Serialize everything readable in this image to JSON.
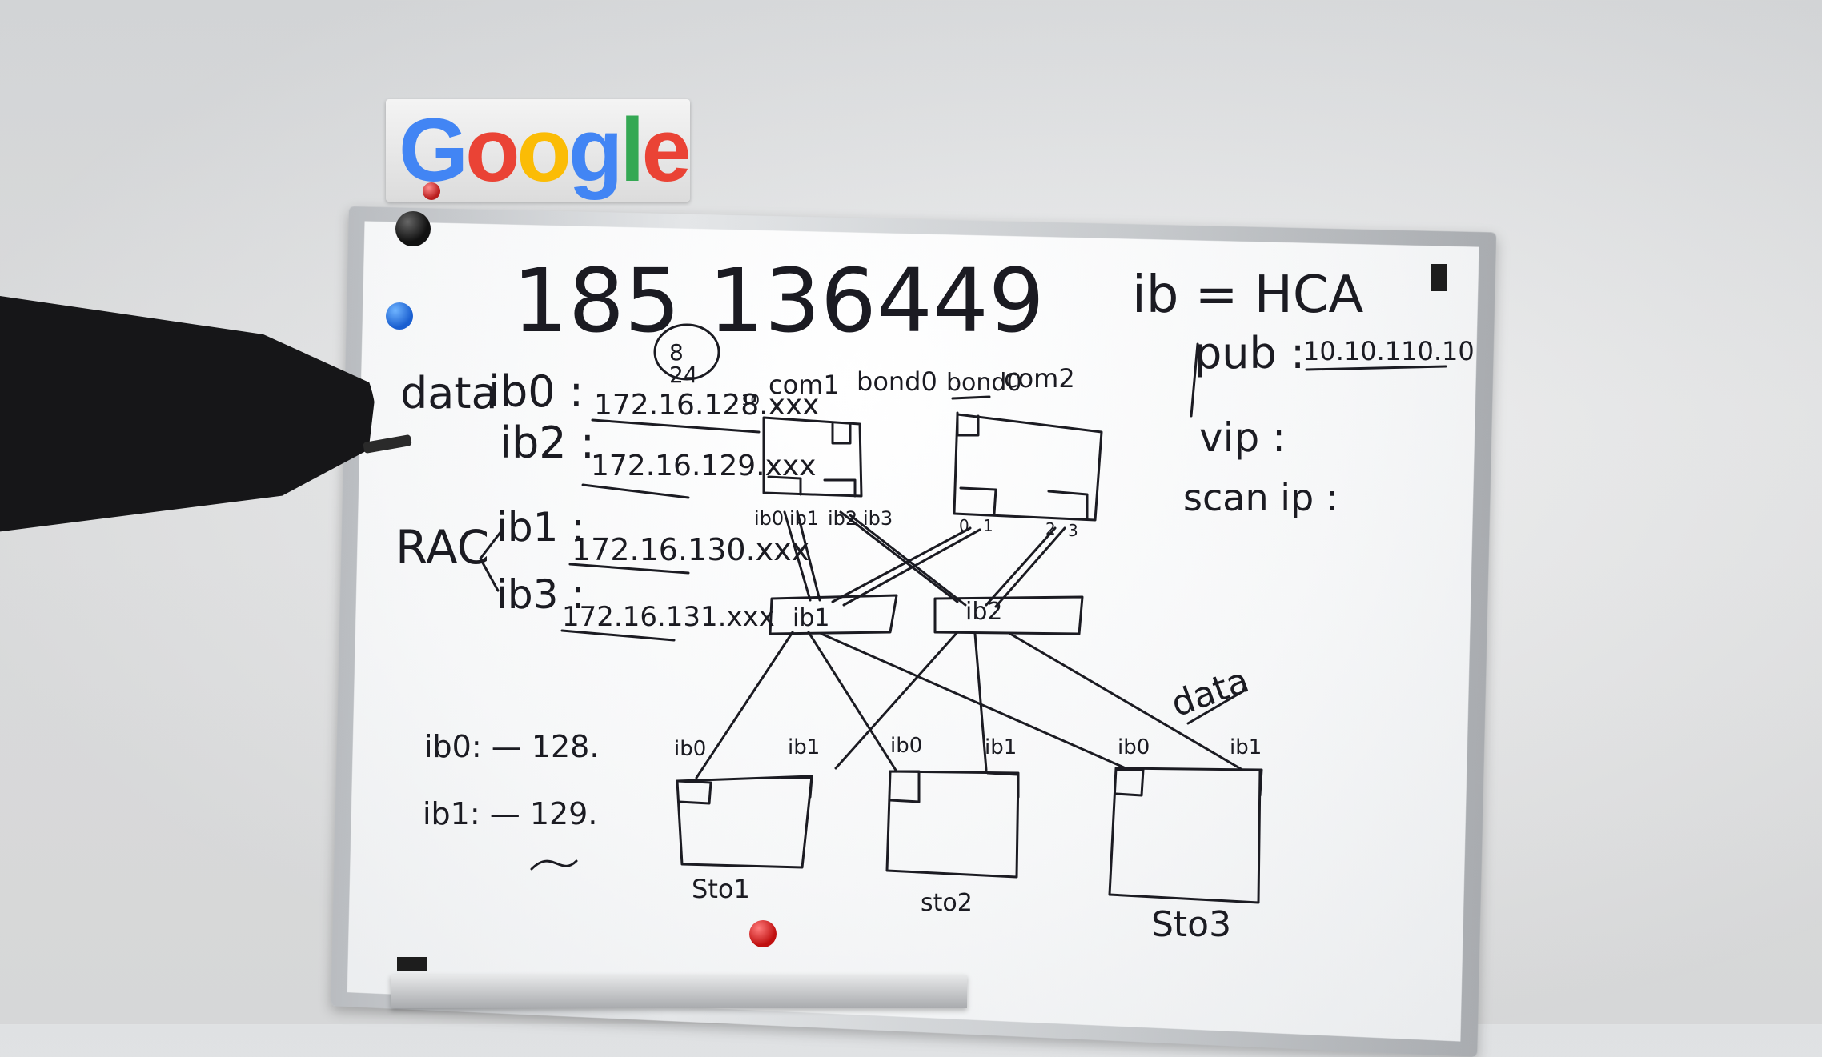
{
  "sign": {
    "logo_letters": [
      "G",
      "o",
      "o",
      "g",
      "l",
      "e"
    ]
  },
  "board": {
    "phone_number": "185 136449",
    "circled_note": "8\n24",
    "top_right": {
      "ib_definition": "ib = HCA",
      "pub_label": "pub :",
      "pub_value": "10.10.110.10",
      "vip_label": "vip :",
      "scan_label": "scan ip :"
    },
    "data_block": {
      "group_label": "data",
      "ib0_label": "ib0 :",
      "ib0_value": "172.16.128.xxx",
      "ib0_superscript": "10",
      "ib2_label": "ib2 :",
      "ib2_value": "172.16.129.xxx"
    },
    "rac_block": {
      "group_label": "RAC",
      "ib1_label": "ib1 :",
      "ib1_value": "172.16.130.xxx",
      "ib3_label": "ib3 :",
      "ib3_value": "172.16.131.xxx"
    },
    "notes": {
      "ib0_line": "ib0: — 128.",
      "ib1_line": "ib1: — 129."
    },
    "compute_nodes": {
      "com1_label": "com1",
      "bond0_left": "bond0",
      "bond0_right": "bond0",
      "com2_label": "com2",
      "com1_ports": [
        "ib0",
        "ib1",
        "ib2",
        "ib3"
      ],
      "com2_ports": [
        "0",
        "1",
        "2",
        "3"
      ]
    },
    "switches": [
      "ib1",
      "ib2"
    ],
    "storage": [
      {
        "name": "Sto1",
        "ports": [
          "ib0",
          "ib1"
        ]
      },
      {
        "name": "sto2",
        "ports": [
          "ib0",
          "ib1"
        ]
      },
      {
        "name": "Sto3",
        "ports": [
          "ib0",
          "ib1"
        ]
      }
    ],
    "data_link_label": "data"
  }
}
